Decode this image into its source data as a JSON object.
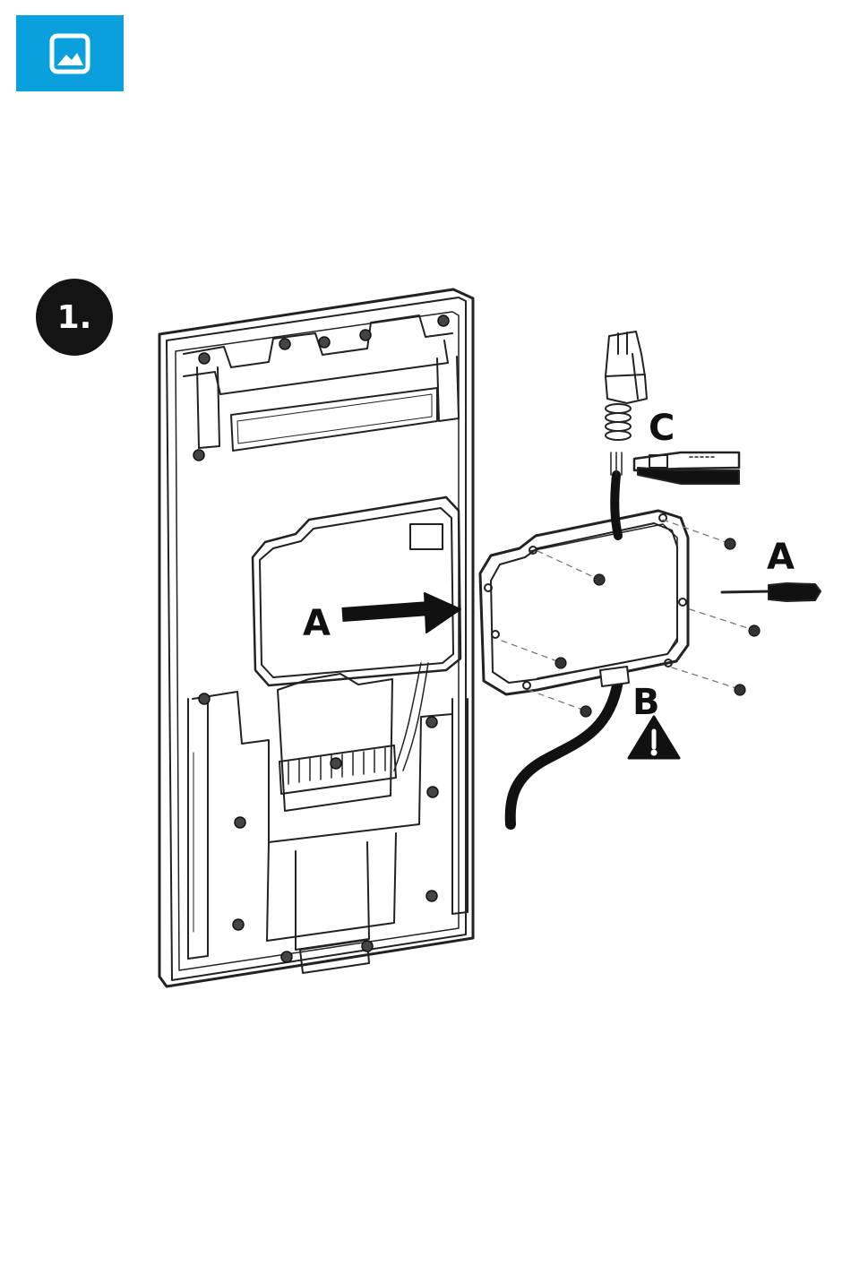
{
  "header": {
    "icon": "image-icon",
    "tile_color": "#0aa0dd"
  },
  "step": {
    "number": "1."
  },
  "callouts": {
    "a_backplate": "A",
    "a_screwdriver": "A",
    "b_cable": "B",
    "c_crimper": "C"
  },
  "icons": {
    "warning": "warning-triangle-icon",
    "screwdriver": "screwdriver-icon",
    "crimper": "crimping-tool-icon",
    "connector": "rj45-connector-icon"
  }
}
